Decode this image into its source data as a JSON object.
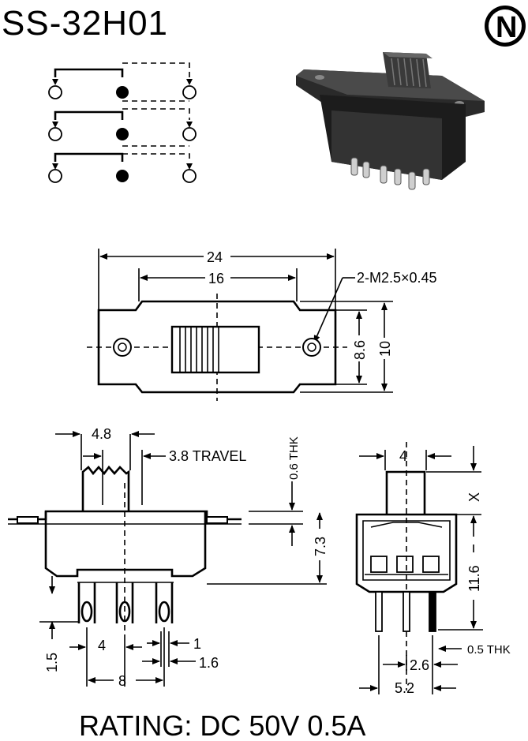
{
  "title": "SS-32H01",
  "logo_letter": "N",
  "rating": "RATING: DC 50V 0.5A",
  "top_view": {
    "width_overall": "24",
    "hole_spacing": "16",
    "thread": "2-M2.5×0.45",
    "height_body": "8.6",
    "height_overall": "10"
  },
  "side_view": {
    "actuator_width": "4.8",
    "travel": "3.8 TRAVEL",
    "plate_thickness": "0.6 THK",
    "body_height": "7.3",
    "terminal_length": "1.5",
    "terminal_pitch": "4",
    "terminal_span": "8",
    "terminal_width": "1",
    "terminal_slot": "1.6"
  },
  "end_view": {
    "actuator_width": "4",
    "actuator_height": "X",
    "body_height": "11.6",
    "terminal_thickness": "0.5 THK",
    "row_pitch": "2.6",
    "row_span": "5.2"
  }
}
